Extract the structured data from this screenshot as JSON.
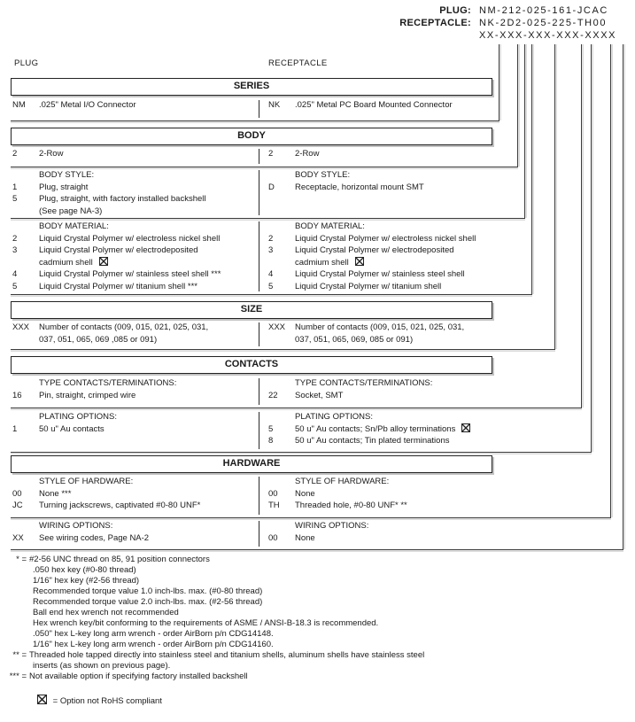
{
  "part_numbers": {
    "plug_label": "PLUG:",
    "plug_value": "NM-212-025-161-JCAC",
    "receptacle_label": "RECEPTACLE:",
    "receptacle_value": "NK-2D2-025-225-TH00",
    "mask_value": "XX-XXX-XXX-XXX-XXXX"
  },
  "column_headers": {
    "left": "PLUG",
    "right": "RECEPTACLE"
  },
  "sections": [
    {
      "title": "SERIES",
      "blocks": [
        {
          "left": [
            {
              "code": "NM",
              "text": ".025\" Metal I/O Connector"
            }
          ],
          "right": [
            {
              "code": "NK",
              "text": ".025\" Metal PC Board Mounted Connector"
            }
          ]
        }
      ]
    },
    {
      "title": "BODY",
      "blocks": [
        {
          "left": [
            {
              "code": "2",
              "text": "2-Row"
            }
          ],
          "right": [
            {
              "code": "2",
              "text": "2-Row"
            }
          ]
        },
        {
          "left": [
            {
              "header": "BODY STYLE:"
            },
            {
              "code": "1",
              "text": "Plug, straight"
            },
            {
              "code": "5",
              "text": "Plug, straight, with factory installed backshell"
            },
            {
              "text": "(See page NA-3)"
            }
          ],
          "right": [
            {
              "header": "BODY STYLE:"
            },
            {
              "code": "D",
              "text": "Receptacle, horizontal mount SMT"
            }
          ]
        },
        {
          "left": [
            {
              "header": "BODY MATERIAL:"
            },
            {
              "code": "2",
              "text": "Liquid Crystal Polymer w/ electroless nickel shell"
            },
            {
              "code": "3",
              "text": "Liquid Crystal Polymer w/ electrodeposited"
            },
            {
              "text": "cadmium shell",
              "rohs": true
            },
            {
              "code": "4",
              "text": "Liquid Crystal Polymer w/ stainless steel shell ***"
            },
            {
              "code": "5",
              "text": "Liquid Crystal Polymer w/ titanium shell ***"
            }
          ],
          "right": [
            {
              "header": "BODY MATERIAL:"
            },
            {
              "code": "2",
              "text": "Liquid Crystal Polymer w/ electroless nickel shell"
            },
            {
              "code": "3",
              "text": "Liquid Crystal Polymer w/ electrodeposited"
            },
            {
              "text": "cadmium shell",
              "rohs": true
            },
            {
              "code": "4",
              "text": "Liquid Crystal Polymer w/ stainless steel shell"
            },
            {
              "code": "5",
              "text": "Liquid Crystal Polymer w/ titanium shell"
            }
          ]
        }
      ]
    },
    {
      "title": "SIZE",
      "blocks": [
        {
          "left": [
            {
              "code": "XXX",
              "text": "Number of contacts (009, 015, 021, 025, 031,"
            },
            {
              "text": "037, 051, 065, 069 ,085 or 091)"
            }
          ],
          "right": [
            {
              "code": "XXX",
              "text": "Number of contacts (009, 015, 021, 025, 031,"
            },
            {
              "text": "037, 051, 065, 069, 085 or 091)"
            }
          ]
        }
      ]
    },
    {
      "title": "CONTACTS",
      "blocks": [
        {
          "left": [
            {
              "header": "TYPE CONTACTS/TERMINATIONS:"
            },
            {
              "code": "16",
              "text": "Pin, straight, crimped wire"
            }
          ],
          "right": [
            {
              "header": "TYPE CONTACTS/TERMINATIONS:"
            },
            {
              "code": "22",
              "text": "Socket, SMT"
            }
          ]
        },
        {
          "left": [
            {
              "header": "PLATING OPTIONS:"
            },
            {
              "code": "1",
              "text": "50 u\" Au contacts"
            }
          ],
          "right": [
            {
              "header": "PLATING OPTIONS:"
            },
            {
              "code": "5",
              "text": "50 u\" Au contacts; Sn/Pb alloy terminations",
              "rohs": true
            },
            {
              "code": "8",
              "text": "50 u\" Au contacts; Tin plated terminations"
            }
          ]
        }
      ]
    },
    {
      "title": "HARDWARE",
      "blocks": [
        {
          "left": [
            {
              "header": "STYLE OF HARDWARE:"
            },
            {
              "code": "00",
              "text": "None ***"
            },
            {
              "code": "JC",
              "text": "Turning jackscrews, captivated #0-80 UNF*"
            }
          ],
          "right": [
            {
              "header": "STYLE OF HARDWARE:"
            },
            {
              "code": "00",
              "text": "None"
            },
            {
              "code": "TH",
              "text": "Threaded hole, #0-80 UNF* **"
            }
          ]
        },
        {
          "left": [
            {
              "header": "WIRING OPTIONS:"
            },
            {
              "code": "XX",
              "text": "See wiring codes, Page NA-2"
            }
          ],
          "right": [
            {
              "header": "WIRING OPTIONS:"
            },
            {
              "code": "00",
              "text": "None"
            }
          ]
        }
      ]
    }
  ],
  "footnotes": [
    {
      "marker": "* =",
      "lines": [
        "#2-56 UNC thread on 85, 91 position connectors",
        ".050 hex key (#0-80 thread)",
        "1/16\" hex key (#2-56 thread)",
        "Recommended torque value 1.0 inch-lbs. max. (#0-80 thread)",
        "Recommended torque value 2.0 inch-lbs. max. (#2-56 thread)",
        "Ball end hex wrench not recommended",
        "Hex wrench key/bit conforming to the requirements of ASME / ANSI-B-18.3 is recommended.",
        ".050\" hex L-key long arm wrench - order AirBorn p/n CDG14148.",
        "1/16\" hex L-key long arm wrench - order AirBorn p/n CDG14160."
      ]
    },
    {
      "marker": "** =",
      "lines": [
        "Threaded hole tapped directly into stainless steel and titanium shells, aluminum shells have stainless steel",
        "inserts (as shown on previous page)."
      ]
    },
    {
      "marker": "*** =",
      "lines": [
        "Not available option if specifying factory installed backshell"
      ]
    }
  ],
  "legend": {
    "icon": "rohs-checkbox-icon",
    "text": "= Option not RoHS compliant"
  },
  "colors": {
    "line": "#3c3c3c",
    "shadow": "#c0c0c0",
    "text": "#1a1a1a",
    "background": "#ffffff"
  }
}
